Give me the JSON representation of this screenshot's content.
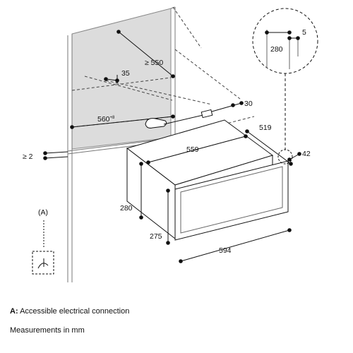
{
  "dimensions": {
    "d550": "≥ 550",
    "d35": "35",
    "d560": "560",
    "d560_sup": "+8",
    "d30": "30",
    "d519": "519",
    "d559": "559",
    "d42": "42",
    "d2": "≥ 2",
    "d280_side": "280",
    "d275": "275",
    "d594": "594",
    "detail_5": "5",
    "detail_280": "280",
    "marker_a": "(A)"
  },
  "legend": {
    "a_key": "A:",
    "a_text": "Accessible electrical connection",
    "units": "Measurements in mm"
  }
}
